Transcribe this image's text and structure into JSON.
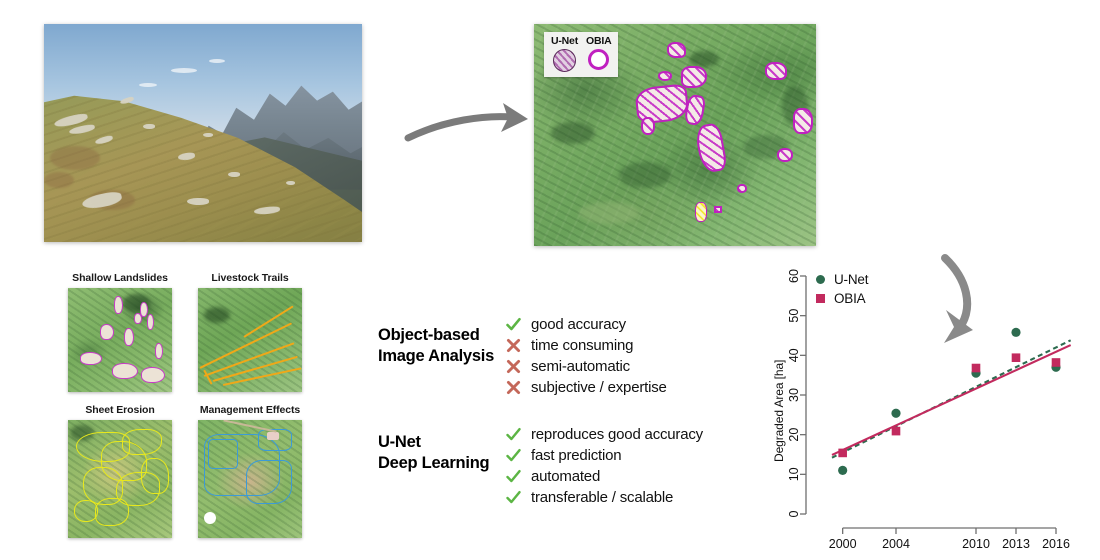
{
  "figure": {
    "title": "",
    "main_photo": {
      "name": "alpine-mountain-slope-photograph",
      "alt": "Alpine grassland slope with mountain range in background"
    },
    "aerial_photo": {
      "name": "aerial-orthophoto-with-degradation-polygons",
      "alt": "Green aerial orthophoto with magenta hatched degradation polygons"
    }
  },
  "aerial_legend": {
    "unet_label": "U-Net",
    "obia_label": "OBIA",
    "unet_swatch": "hatched-circle",
    "obia_swatch": "ring-circle",
    "accent_color": "#c020c0"
  },
  "thumbnails": [
    {
      "caption": "Shallow Landslides",
      "name": "thumb-shallow-landslides",
      "accent": "#c83cc8"
    },
    {
      "caption": "Livestock Trails",
      "name": "thumb-livestock-trails",
      "accent": "#f0a818"
    },
    {
      "caption": "Sheet Erosion",
      "name": "thumb-sheet-erosion",
      "accent": "#e8e81c"
    },
    {
      "caption": "Management Effects",
      "name": "thumb-management-effects",
      "accent": "#3b9ad8"
    }
  ],
  "comparison": {
    "obia": {
      "title_line1": "Object-based",
      "title_line2": "Image Analysis",
      "items": [
        {
          "mark": "check",
          "text": "good accuracy"
        },
        {
          "mark": "cross",
          "text": "time consuming"
        },
        {
          "mark": "cross",
          "text": "semi-automatic"
        },
        {
          "mark": "cross",
          "text": "subjective / expertise"
        }
      ]
    },
    "unet": {
      "title_line1": "U-Net",
      "title_line2": "Deep Learning",
      "items": [
        {
          "mark": "check",
          "text": "reproduces good accuracy"
        },
        {
          "mark": "check",
          "text": "fast prediction"
        },
        {
          "mark": "check",
          "text": "automated"
        },
        {
          "mark": "check",
          "text": "transferable / scalable"
        }
      ]
    },
    "check_color": "#5cb544",
    "cross_color": "#c4685a"
  },
  "arrows": [
    {
      "name": "arrow-photo-to-aerial",
      "direction": "right"
    },
    {
      "name": "arrow-aerial-to-chart",
      "direction": "down"
    }
  ],
  "chart_data": {
    "type": "scatter",
    "title": "",
    "xlabel": "",
    "ylabel": "Degraded Area [ha]",
    "x": [
      2000,
      2004,
      2010,
      2013,
      2016
    ],
    "xticklabels": [
      "2000",
      "2004",
      "2010",
      "2013",
      "2016"
    ],
    "yticklabels": [
      "0",
      "10",
      "20",
      "30",
      "40",
      "50",
      "60"
    ],
    "xlim": [
      1998,
      2017.5
    ],
    "ylim": [
      0,
      60
    ],
    "grid": false,
    "legend_position": "top-left",
    "series": [
      {
        "name": "U-Net",
        "color": "#2d6b4f",
        "marker": "circle",
        "values": [
          11.0,
          25.4,
          35.5,
          45.8,
          37.0
        ],
        "trend": {
          "style": "dashed",
          "color": "#2d6b4f",
          "y_start": 14.2,
          "y_end": 43.8
        }
      },
      {
        "name": "OBIA",
        "color": "#c22a5e",
        "marker": "square",
        "values": [
          15.4,
          20.9,
          36.8,
          39.4,
          38.2
        ],
        "trend": {
          "style": "solid",
          "color": "#c22a5e",
          "y_start": 14.9,
          "y_end": 42.6
        }
      }
    ]
  }
}
